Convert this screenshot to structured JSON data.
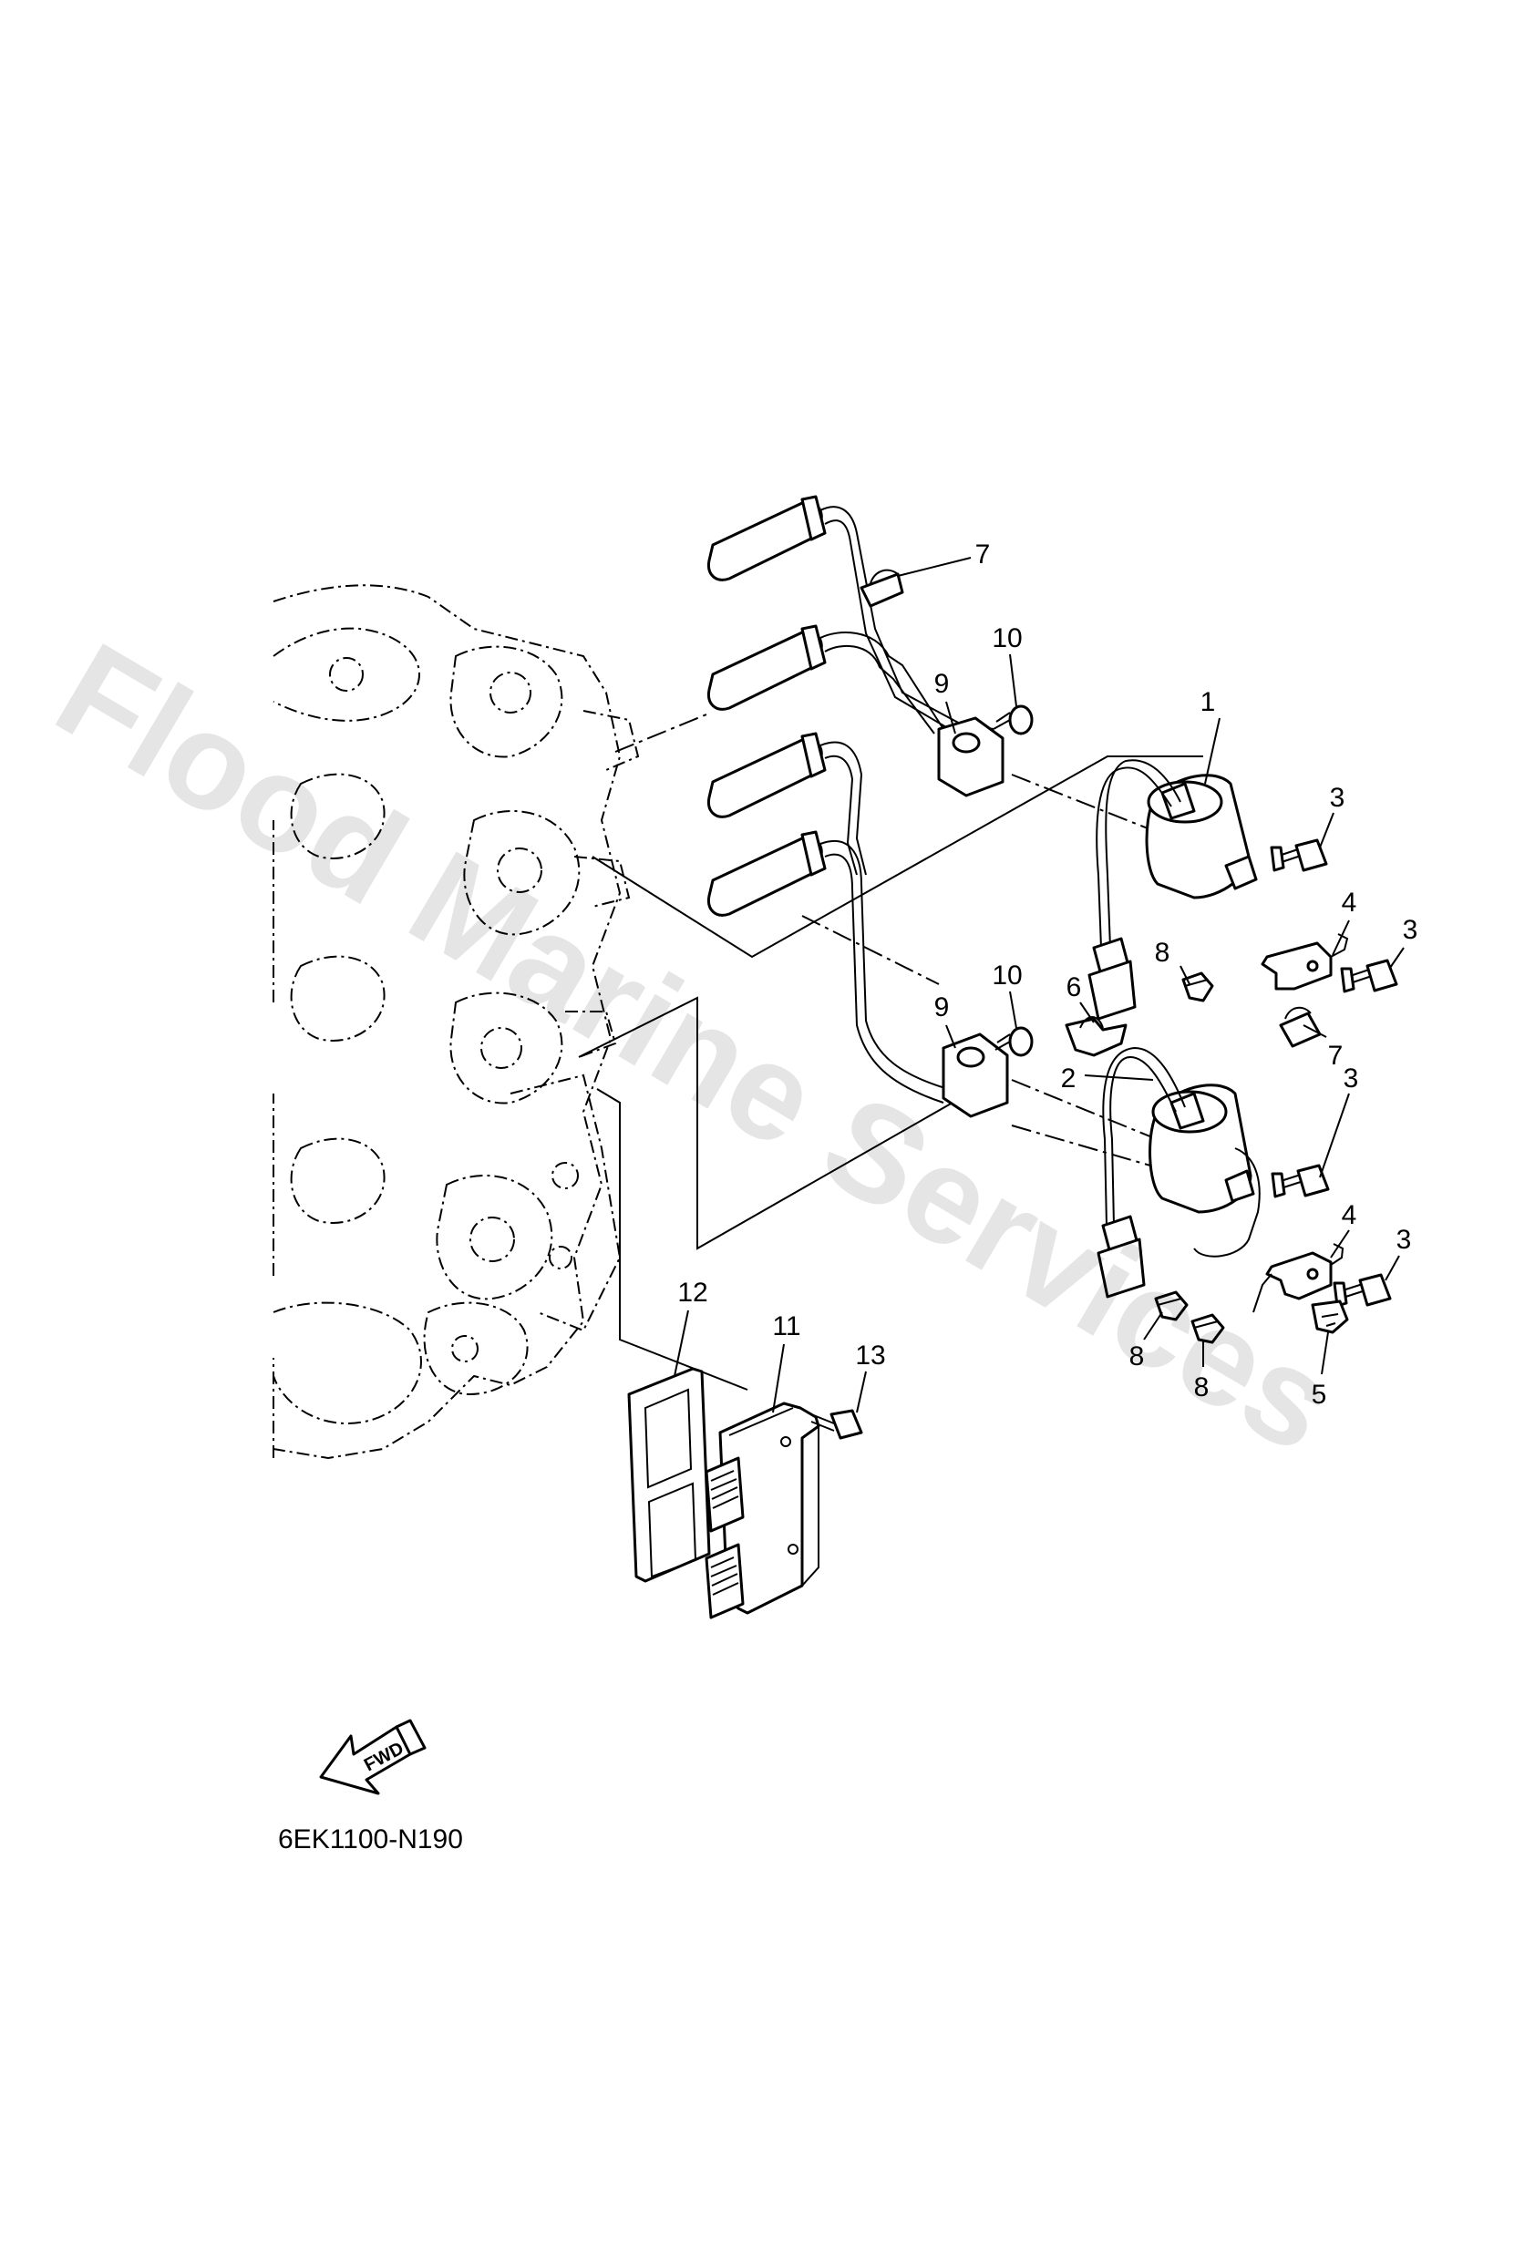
{
  "diagram": {
    "watermark": "Flood Marine Services",
    "drawing_code": "6EK1100-N190",
    "forward_arrow_label": "FWD",
    "callouts": [
      {
        "id": "c1",
        "label": "1"
      },
      {
        "id": "c2",
        "label": "2"
      },
      {
        "id": "c3a",
        "label": "3"
      },
      {
        "id": "c3b",
        "label": "3"
      },
      {
        "id": "c3c",
        "label": "3"
      },
      {
        "id": "c3d",
        "label": "3"
      },
      {
        "id": "c4a",
        "label": "4"
      },
      {
        "id": "c4b",
        "label": "4"
      },
      {
        "id": "c5",
        "label": "5"
      },
      {
        "id": "c6",
        "label": "6"
      },
      {
        "id": "c7a",
        "label": "7"
      },
      {
        "id": "c7b",
        "label": "7"
      },
      {
        "id": "c8a",
        "label": "8"
      },
      {
        "id": "c8b",
        "label": "8"
      },
      {
        "id": "c8c",
        "label": "8"
      },
      {
        "id": "c9a",
        "label": "9"
      },
      {
        "id": "c9b",
        "label": "9"
      },
      {
        "id": "c10a",
        "label": "10"
      },
      {
        "id": "c10b",
        "label": "10"
      },
      {
        "id": "c11",
        "label": "11"
      },
      {
        "id": "c12",
        "label": "12"
      },
      {
        "id": "c13",
        "label": "13"
      }
    ]
  }
}
